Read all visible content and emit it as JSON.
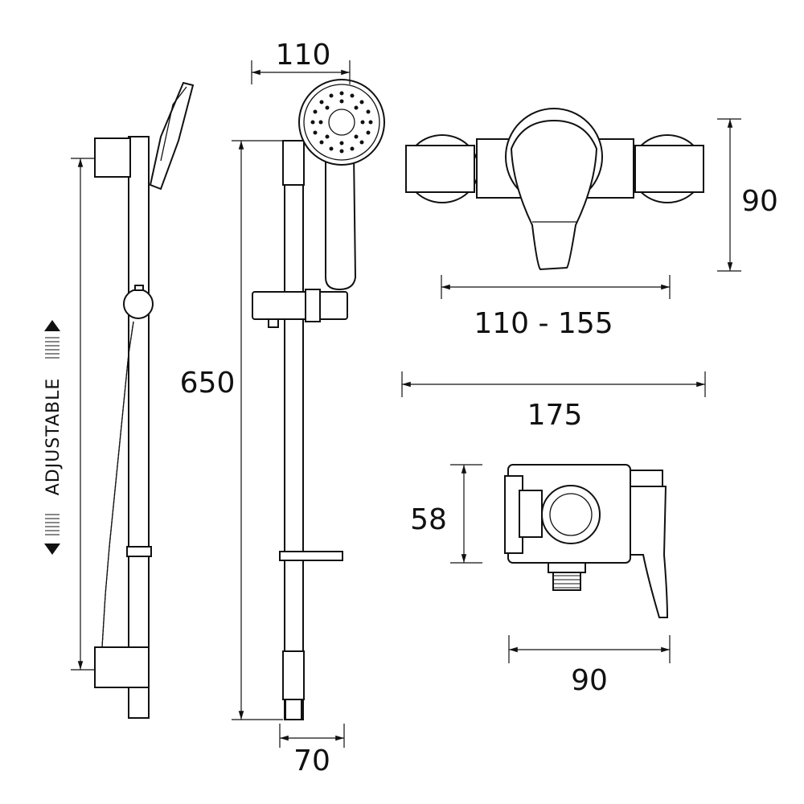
{
  "dimensions": {
    "handset_width": "110",
    "rail_height": "650",
    "rail_depth": "70",
    "adjustable_label": "ADJUSTABLE",
    "valve_height": "90",
    "valve_centres": "110 - 155",
    "valve_width": "175",
    "valve_side_height": "58",
    "valve_side_depth": "90"
  }
}
